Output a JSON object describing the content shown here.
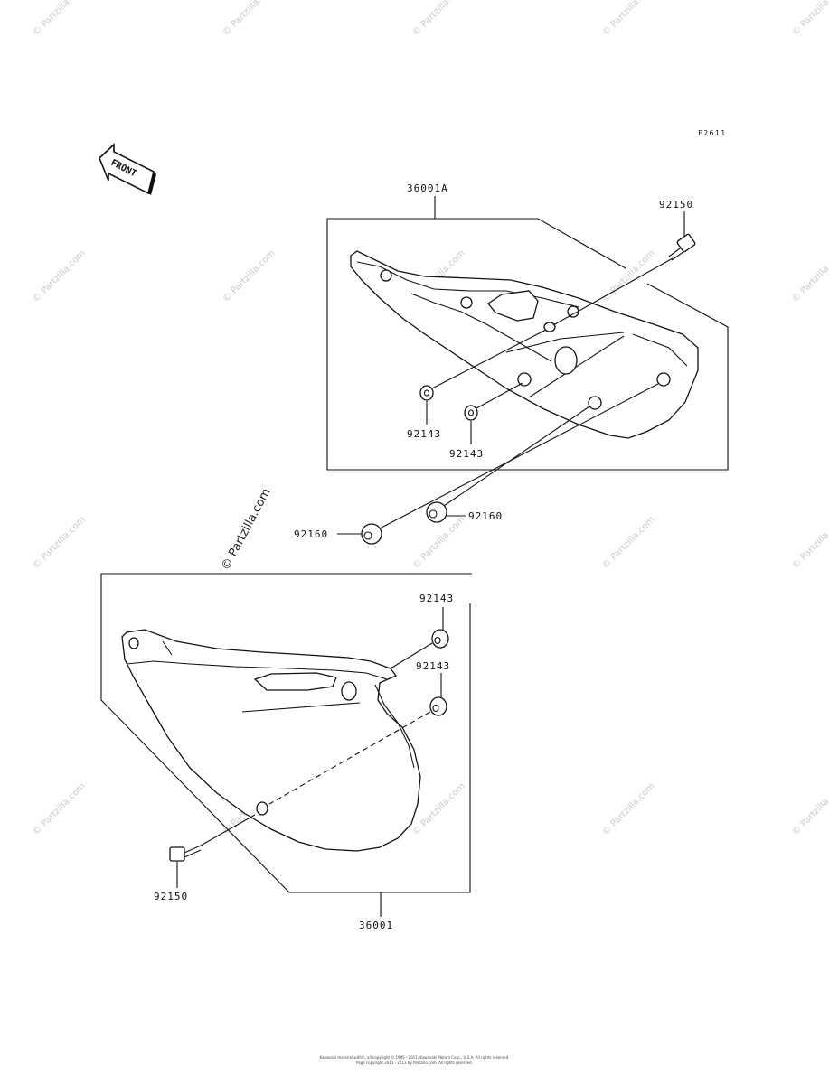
{
  "figure_code": "F2611",
  "front_label": "FRONT",
  "watermark_text": "© Partzilla.com",
  "top_assembly": {
    "part_number": "36001A",
    "bolt": "92150",
    "washer_left": "92143",
    "washer_right": "92143"
  },
  "middle_grommets": {
    "left": "92160",
    "right": "92160"
  },
  "bottom_assembly": {
    "part_number": "36001",
    "grommet_upper": "92143",
    "grommet_lower": "92143",
    "bolt": "92150"
  },
  "copyright": {
    "line1": "Kawasaki material within, all copyright © 1995 - 2011, Kawasaki Motors Corp., U.S.A. All rights reserved.",
    "line2": "Page copyright 2011 - 2013 by Partzilla.com. All rights reserved."
  }
}
